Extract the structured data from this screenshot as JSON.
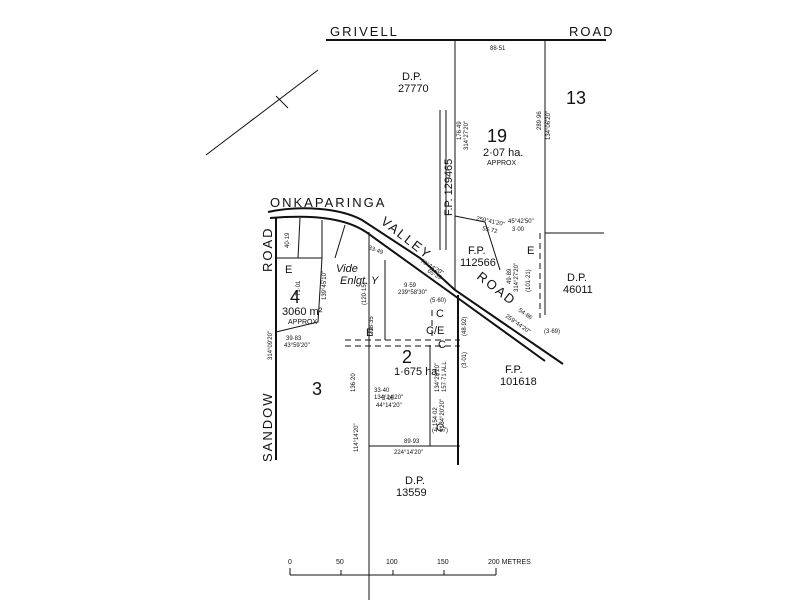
{
  "roads": {
    "grivell": "GRIVELL",
    "grivell_road": "ROAD",
    "onkaparinga": "ONKAPARINGA",
    "valley": "VALLEY",
    "valley_road": "ROAD",
    "sandow": "SANDOW",
    "sandow_road": "ROAD"
  },
  "plans": {
    "dp_27770": {
      "prefix": "D.P.",
      "number": "27770"
    },
    "dp_46011": {
      "prefix": "D.P.",
      "number": "46011"
    },
    "dp_13559": {
      "prefix": "D.P.",
      "number": "13559"
    },
    "fp_129465": "F.P. 129465",
    "fp_112566": {
      "prefix": "F.P.",
      "number": "112566"
    },
    "fp_101618": {
      "prefix": "F.P.",
      "number": "101618"
    }
  },
  "lots": {
    "lot13": "13",
    "lot19": {
      "number": "19",
      "area": "2·07 ha.",
      "note": "APPROX"
    },
    "lot4": {
      "number": "4",
      "area": "3060 m²",
      "note": "APPROX"
    },
    "lot2": {
      "number": "2",
      "area": "1·675 ha."
    },
    "lot3": "3"
  },
  "easements": {
    "e": "E",
    "c": "C",
    "ce": "C/E"
  },
  "vide": {
    "line1": "Vide",
    "line2": "Enlgt. Y"
  },
  "measurements": {
    "m1": "88·51",
    "m2": "176·49",
    "m3": "314°27'20\"",
    "m4": "289·96",
    "m5": "134°06'20\"",
    "m6": "259°41'20\"",
    "m7": "55·72",
    "m8": "45°42'50\"",
    "m9": "3·00",
    "m10": "49·89",
    "m11": "314°27'20\"",
    "m12": "(101·21)",
    "m13": "54·86",
    "m14": "259°44'20\"",
    "m15": "(3·69)",
    "m16": "40·19",
    "m17": "71·01",
    "m18": "139°45'10\"",
    "m19": "314°09'20\"",
    "m20": "39·83",
    "m21": "43°59'20\"",
    "m22": "33·49",
    "m23": "79°44'20\"",
    "m24": "65·39",
    "m25": "9·59",
    "m26": "239°58'30\"",
    "m27": "(120·15)",
    "m28": "(5·60)",
    "m29": "218·35",
    "m30": "(48·92)",
    "m31": "(3·01)",
    "m32": "33·40",
    "m33": "134°14'20\"",
    "m34": "136·20",
    "m35": "3·00",
    "m36": "44°14'20\"",
    "m37": "134°20'20\"",
    "m38": "157·71 ALL",
    "m39": "154·02",
    "m40": "134°20'20\"",
    "m41": "(4·57)",
    "m42": "114°14'20\"",
    "m43": "89·93",
    "m44": "224°14'20\""
  },
  "scale": {
    "ticks": [
      "0",
      "50",
      "100",
      "150"
    ],
    "last": "200 METRES"
  }
}
